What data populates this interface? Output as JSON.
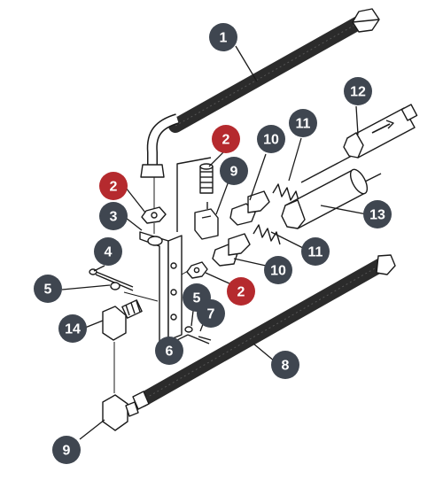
{
  "colors": {
    "callout_default": "#3f4650",
    "callout_highlight": "#b52a2e",
    "line": "#1a1a1a",
    "hose": "#2b2b2b"
  },
  "callouts": [
    {
      "id": "c1",
      "label": "1",
      "variant": "default"
    },
    {
      "id": "c2a",
      "label": "2",
      "variant": "highlight"
    },
    {
      "id": "c2b",
      "label": "2",
      "variant": "highlight"
    },
    {
      "id": "c2c",
      "label": "2",
      "variant": "highlight"
    },
    {
      "id": "c3",
      "label": "3",
      "variant": "default"
    },
    {
      "id": "c4",
      "label": "4",
      "variant": "default"
    },
    {
      "id": "c5a",
      "label": "5",
      "variant": "default"
    },
    {
      "id": "c5b",
      "label": "5",
      "variant": "default"
    },
    {
      "id": "c6",
      "label": "6",
      "variant": "default"
    },
    {
      "id": "c7",
      "label": "7",
      "variant": "default"
    },
    {
      "id": "c8",
      "label": "8",
      "variant": "default"
    },
    {
      "id": "c9a",
      "label": "9",
      "variant": "default"
    },
    {
      "id": "c9b",
      "label": "9",
      "variant": "default"
    },
    {
      "id": "c10a",
      "label": "10",
      "variant": "default"
    },
    {
      "id": "c10b",
      "label": "10",
      "variant": "default"
    },
    {
      "id": "c11a",
      "label": "11",
      "variant": "default"
    },
    {
      "id": "c11b",
      "label": "11",
      "variant": "default"
    },
    {
      "id": "c12",
      "label": "12",
      "variant": "default"
    },
    {
      "id": "c13",
      "label": "13",
      "variant": "default"
    },
    {
      "id": "c14",
      "label": "14",
      "variant": "default"
    }
  ]
}
